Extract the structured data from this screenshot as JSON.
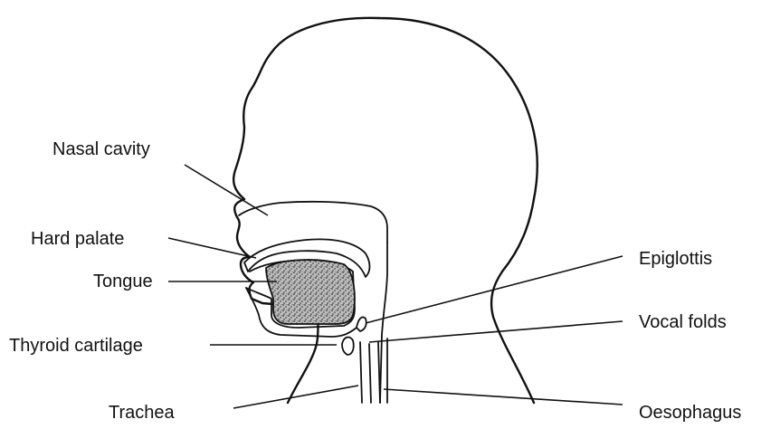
{
  "labels": {
    "nasal_cavity": "Nasal cavity",
    "hard_palate": "Hard palate",
    "tongue": "Tongue",
    "thyroid_cartilage": "Thyroid cartilage",
    "trachea": "Trachea",
    "epiglottis": "Epiglottis",
    "vocal_folds": "Vocal folds",
    "oesophagus": "Oesophagus"
  },
  "colors": {
    "line": "#111111",
    "background": "#ffffff",
    "tongue_fill": "#8a8a8a"
  }
}
